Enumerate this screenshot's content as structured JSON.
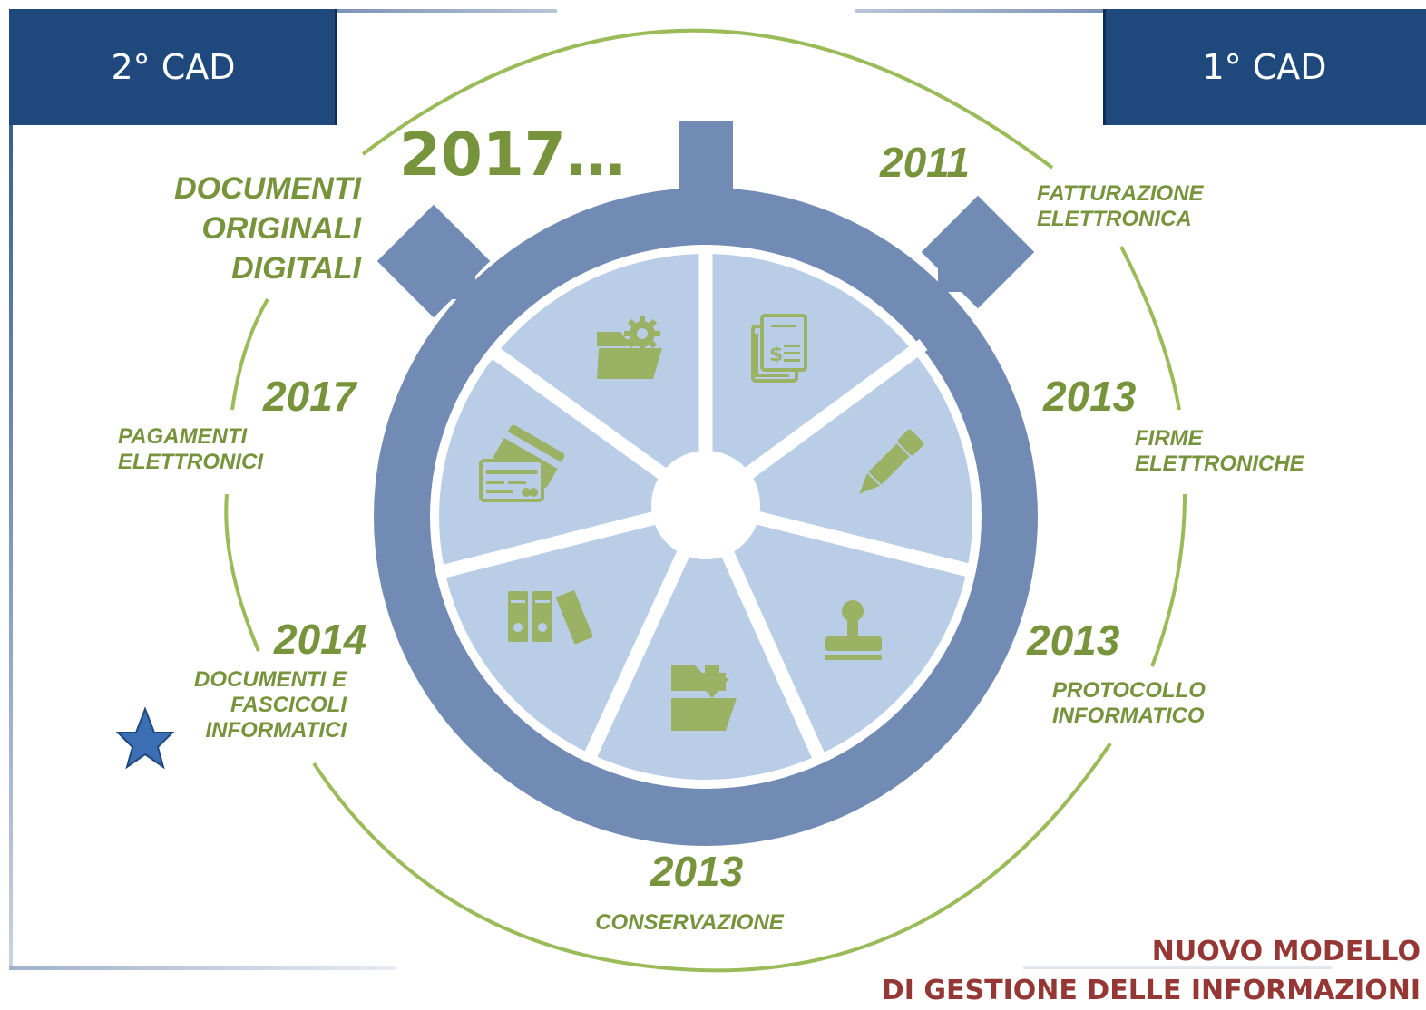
{
  "tabs": {
    "left": "2° CAD",
    "right": "1° CAD"
  },
  "top_year": "2017…",
  "milestones": {
    "fatturazione": {
      "year": "2011",
      "label": [
        "FATTURAZIONE",
        "ELETTRONICA"
      ]
    },
    "firme": {
      "year": "2013",
      "label": [
        "FIRME",
        "ELETTRONICHE"
      ]
    },
    "protocollo": {
      "year": "2013",
      "label": [
        "PROTOCOLLO",
        "INFORMATICO"
      ]
    },
    "conservazione": {
      "year": "2013",
      "label": [
        "CONSERVAZIONE"
      ]
    },
    "documenti_fascicoli": {
      "year": "2014",
      "label": [
        "DOCUMENTI E",
        "FASCICOLI",
        "INFORMATICI"
      ]
    },
    "pagamenti": {
      "year": "2017",
      "label": [
        "PAGAMENTI",
        "ELETTRONICI"
      ]
    },
    "originali": {
      "label": [
        "DOCUMENTI",
        "ORIGINALI",
        "DIGITALI"
      ]
    }
  },
  "title": [
    "NUOVO MODELLO",
    "DI GESTIONE DELLE INFORMAZIONI"
  ],
  "icons": [
    "folder-gear-icon",
    "invoice-icon",
    "pen-icon",
    "stamp-icon",
    "archive-download-icon",
    "binders-icon",
    "payment-cards-icon",
    "star-icon"
  ],
  "colors": {
    "navy": "#1f497d",
    "green": "#77933c",
    "ring": "#728bb5",
    "segment": "#b9cee6",
    "icon": "#9bb164",
    "title": "#953735",
    "star": "#3c6eb4"
  }
}
